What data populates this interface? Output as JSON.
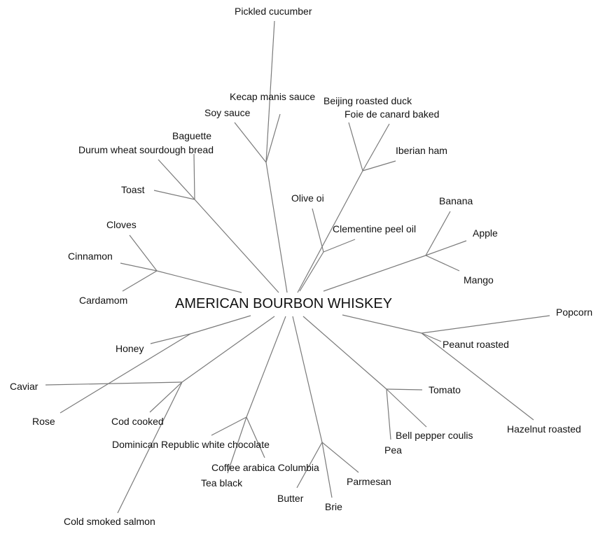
{
  "root": "AMERICAN BOURBON WHISKEY",
  "leaves": {
    "pickled_cucumber": "Pickled cucumber",
    "soy_sauce": "Soy sauce",
    "kecap_manis": "Kecap manis sauce",
    "beijing_duck": "Beijing roasted duck",
    "foie": "Foie de canard baked",
    "iberian_ham": "Iberian ham",
    "olive_oil": "Olive oi",
    "clementine": "Clementine peel oil",
    "baguette": "Baguette",
    "durum": "Durum wheat sourdough bread",
    "toast": "Toast",
    "cloves": "Cloves",
    "cinnamon": "Cinnamon",
    "cardamom": "Cardamom",
    "banana": "Banana",
    "apple": "Apple",
    "mango": "Mango",
    "popcorn": "Popcorn",
    "peanut": "Peanut roasted",
    "hazelnut": "Hazelnut roasted",
    "tomato": "Tomato",
    "bell_pepper": "Bell pepper coulis",
    "pea": "Pea",
    "butter": "Butter",
    "brie": "Brie",
    "parmesan": "Parmesan",
    "dominican": "Dominican Republic white chocolate",
    "coffee": "Coffee arabica Columbia",
    "tea": "Tea black",
    "honey": "Honey",
    "rose": "Rose",
    "caviar": "Caviar",
    "cod": "Cod cooked",
    "salmon": "Cold smoked salmon"
  }
}
